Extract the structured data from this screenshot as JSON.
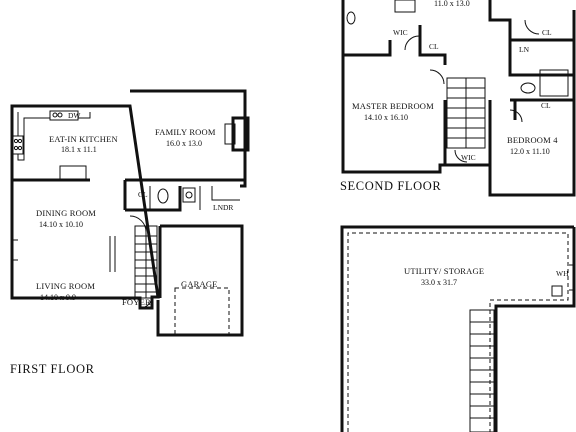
{
  "labels": {
    "first_floor": "FIRST FLOOR",
    "second_floor": "SECOND FLOOR",
    "dw": "DW",
    "eat_in_kitchen": "EAT-IN KITCHEN",
    "eat_in_kitchen_dim": "18.1 x 11.1",
    "family_room": "FAMILY ROOM",
    "family_room_dim": "16.0 x 13.0",
    "dining_room": "DINING ROOM",
    "dining_room_dim": "14.10 x 10.10",
    "living_room": "LIVING ROOM",
    "living_room_dim": "14.10 x 9.9",
    "cl_first": "CL",
    "lndr": "LNDR",
    "garage": "GARAGE",
    "foyer": "FOYER",
    "bedroom_top_dim": "11.0 x 13.0",
    "wic_top": "WIC",
    "cl_top": "CL",
    "cl_right_top": "CL",
    "ln": "LN",
    "master_bedroom": "MASTER BEDROOM",
    "master_bedroom_dim": "14.10 x 16.10",
    "wic_bottom": "WIC",
    "cl_bedroom4": "CL",
    "bedroom4": "BEDROOM 4",
    "bedroom4_dim": "12.0 x 11.10",
    "utility_storage": "UTILITY/ STORAGE",
    "utility_storage_dim": "33.0 x 31.7",
    "wh": "WH"
  },
  "colors": {
    "ink": "#111111",
    "paper": "#ffffff"
  }
}
